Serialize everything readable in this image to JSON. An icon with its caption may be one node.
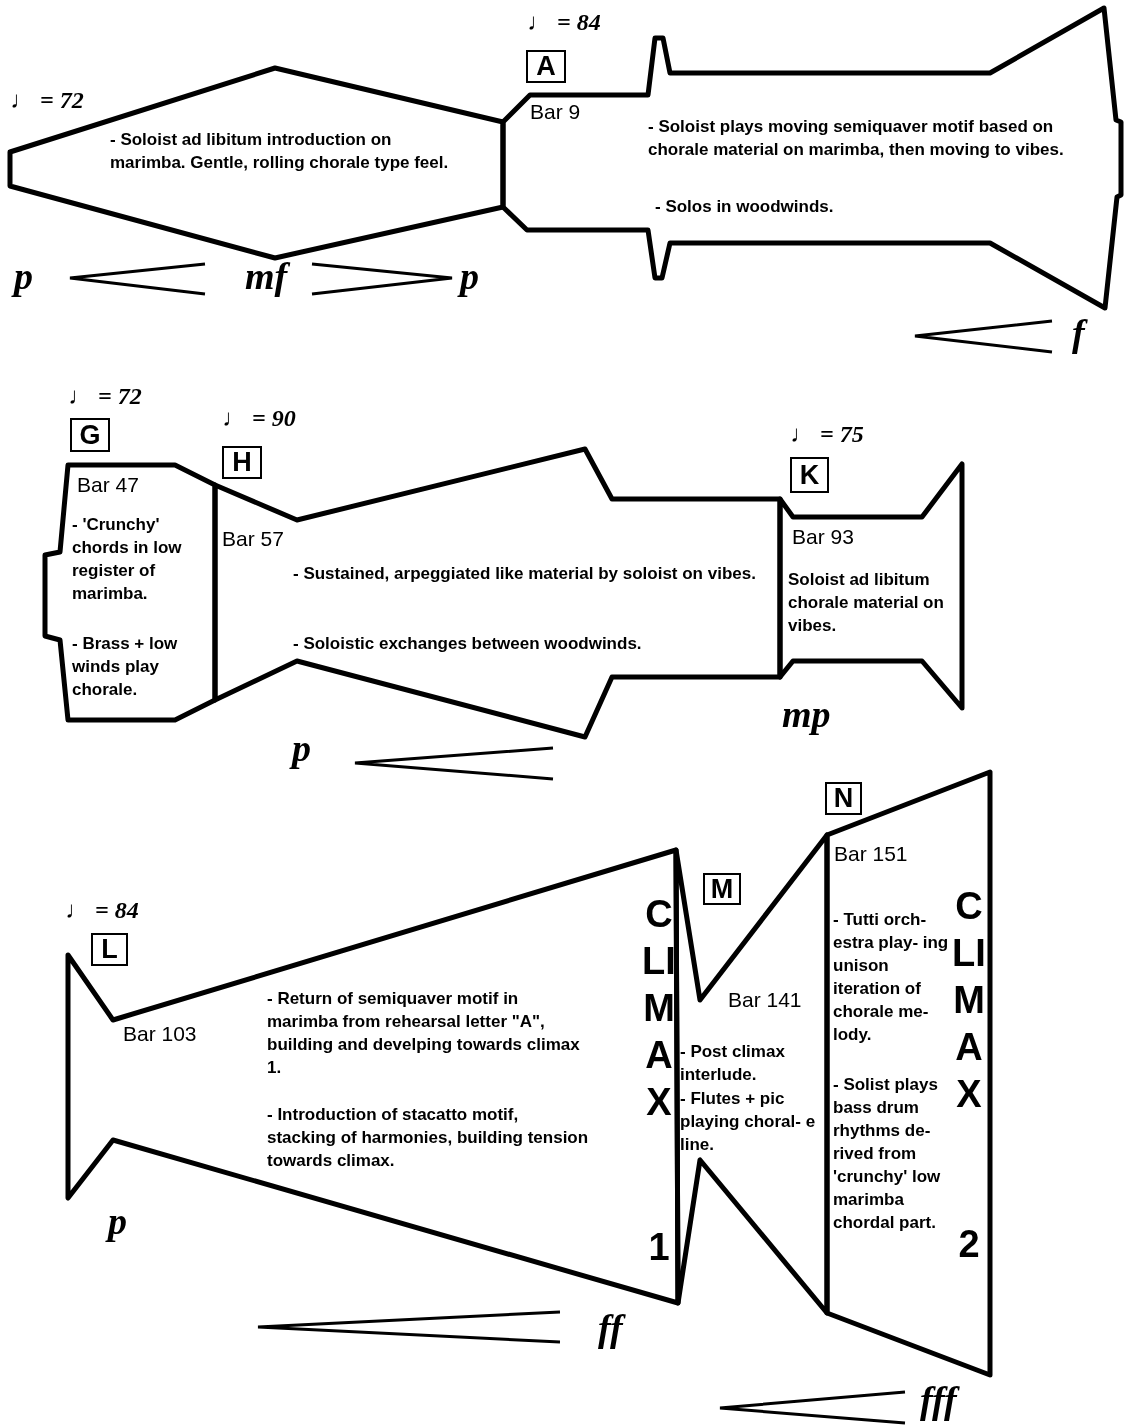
{
  "diagram": {
    "nodes": [
      {
        "text": [
          "- Soloist ad libitum introduction on marimba. Gentle, rolling chorale type feel."
        ]
      },
      {
        "text": [
          "A"
        ]
      },
      {
        "text": [
          "Bar 9",
          "- Soloist plays moving semiquaver motif based on chorale material on marimba, then moving to vibes.",
          "- Solos in woodwinds."
        ]
      },
      {
        "text": [
          "G"
        ]
      },
      {
        "text": [
          "H"
        ]
      },
      {
        "text": [
          "K"
        ]
      },
      {
        "text": [
          "Bar 47",
          "- 'Crunchy' chords in low register of marimba.",
          "- Brass + low winds play chorale."
        ]
      },
      {
        "text": [
          "Bar 57",
          "- Sustained, arpeggiated like material by soloist on vibes.",
          "- Soloistic exchanges between woodwinds."
        ]
      },
      {
        "text": [
          "Bar 93",
          "Soloist ad libitum chorale material on vibes."
        ]
      },
      {
        "text": [
          "N"
        ]
      },
      {
        "text": [
          "M"
        ]
      },
      {
        "text": [
          "L"
        ]
      },
      {
        "text": [
          "Bar 103",
          "- Return of semiquaver motif in marimba from rehearsal letter \"A\", building and develping towards climax 1.",
          "- Introduction of stacatto motif, stacking of harmonies, building tension towards climax."
        ]
      },
      {
        "text": [
          "Bar 141",
          "- Post climax interlude.",
          "- Flutes + pic playing choral- e line."
        ]
      },
      {
        "text": [
          "Bar 151",
          "- Tutti orch- estra play- ing unison iteration of chorale me- lody.",
          "- Solist plays bass drum rhythms de- rived from 'crunchy' low marimba chordal part."
        ]
      }
    ],
    "labels": [
      "♩ = 72",
      "♩ = 84",
      "p",
      "mf",
      "p",
      "f",
      "♩ = 72",
      "♩ = 90",
      "♩ = 75",
      "mp",
      "p",
      "♩ = 84",
      "CLIMAX",
      "1",
      "CLIMAX",
      "2",
      "p",
      "ff",
      "fff"
    ]
  }
}
